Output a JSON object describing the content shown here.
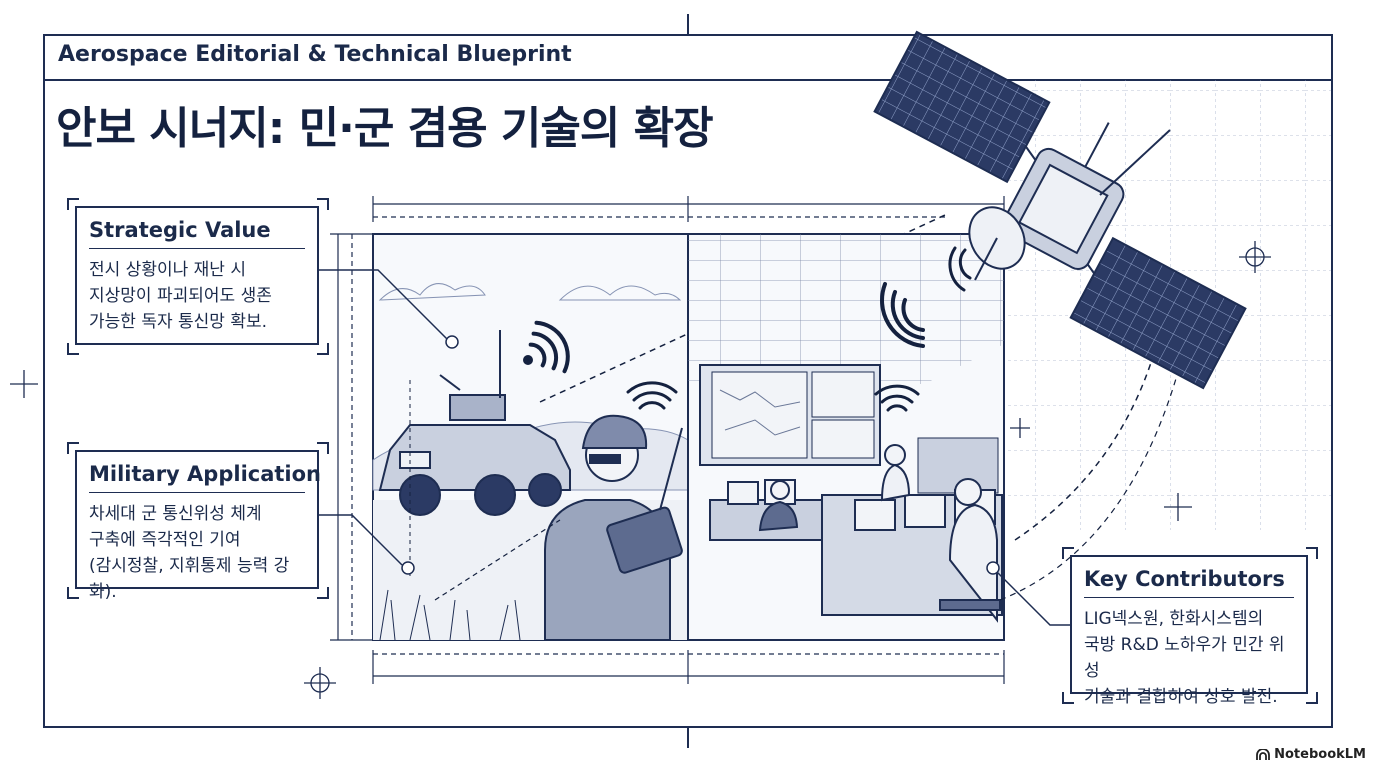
{
  "header": {
    "label": "Aerospace Editorial & Technical Blueprint"
  },
  "title": "안보 시너지: 민·군 겸용 기술의 확장",
  "callouts": {
    "strategic": {
      "title": "Strategic Value",
      "body": "전시 상황이나 재난 시\n지상망이 파괴되어도 생존\n가능한 독자 통신망 확보."
    },
    "military": {
      "title": "Military Application",
      "body": "차세대 군 통신위성 체계\n구축에 즉각적인 기여\n(감시정찰, 지휘통제 능력 강화)."
    },
    "contributors": {
      "title": "Key Contributors",
      "body": "LIG넥스원, 한화시스템의\n국방 R&D 노하우가 민간 위성\n기술과 결합하여 상호 발전."
    }
  },
  "brand": {
    "name": "NotebookLM"
  },
  "colors": {
    "ink": "#1e2d52",
    "paper": "#ffffff",
    "grid": "#9aa6c4"
  },
  "icons": [
    "satellite-icon",
    "wireless-signal-icon",
    "crosshair-icon",
    "notebooklm-logo-icon"
  ]
}
